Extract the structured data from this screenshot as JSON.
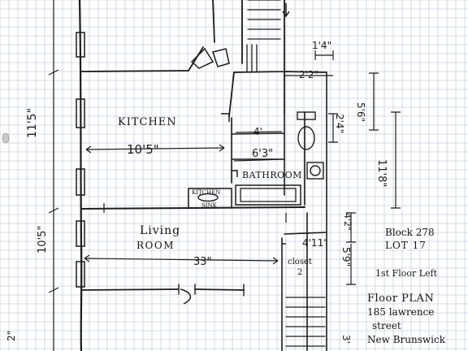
{
  "rooms": {
    "kitchen": "KITCHEN",
    "living_line1": "Living",
    "living_line2": "ROOM",
    "bathroom": "BATHROOM",
    "kitchen_sink_line1": "KITCHEN",
    "kitchen_sink_line2": "SINK",
    "closet_line1": "closet",
    "closet_line2": "2"
  },
  "dimensions": {
    "d_1_4": "1'4\"",
    "d_2_2": "2'2\"",
    "d_5_6": "5'6\"",
    "d_4": "4'",
    "d_2_4": "2'4\"",
    "d_10_5": "10'5\"",
    "d_6_3": "6'3\"",
    "d_11_5": "11'5\"",
    "d_11_8": "11'8\"",
    "d_10_5_left": "10'5\"",
    "d_33": "33\"",
    "d_4_11": "4'11\"",
    "d_5_9": "5'9\"",
    "d_4_2": "4'2\"",
    "d_2_bottom": "2\"",
    "d_3_bottom": "3'"
  },
  "notes": {
    "block": "Block 278",
    "lot": "LOT 17",
    "floor": "1st Floor Left",
    "plan_title": "Floor PLAN",
    "address1": "185 lawrence",
    "address2": "street",
    "address3": "New Brunswick"
  },
  "colors": {
    "grid_line": "#c5d0de",
    "grid_major": "#b3c0d2",
    "ink": "#1c1c1c"
  }
}
